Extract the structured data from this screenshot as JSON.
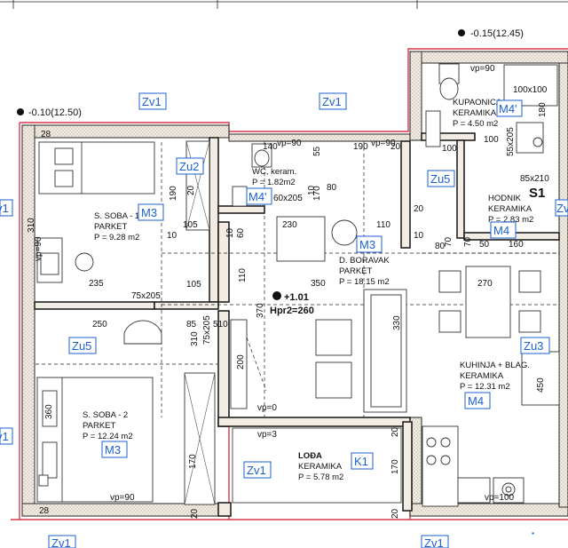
{
  "levels": {
    "left_top": "-0.10(12.50)",
    "right_top": "-0.15(12.45)",
    "center_label": "+1.01",
    "center_height": "Hpr2=260"
  },
  "rooms": [
    {
      "id": "soba1",
      "name": "S. SOBA - 1",
      "floor": "PARKET",
      "area": "P = 9.28 m2"
    },
    {
      "id": "soba2",
      "name": "S. SOBA - 2",
      "floor": "PARKET",
      "area": "P = 12.24 m2"
    },
    {
      "id": "wc",
      "name": "WC, keram.",
      "floor": "",
      "area": "P = 1.82m2"
    },
    {
      "id": "boravak",
      "name": "D. BORAVAK",
      "floor": "PARKET",
      "area": "P = 18.15 m2"
    },
    {
      "id": "kupaonica",
      "name": "KUPAONICA",
      "floor": "KERAMIKA",
      "area": "P = 4.50 m2"
    },
    {
      "id": "hodnik",
      "name": "HODNIK",
      "floor": "KERAMIKA",
      "area": "P = 2.83 m2"
    },
    {
      "id": "kuhinja",
      "name": "KUHINJA + BLAG.",
      "floor": "KERAMIKA",
      "area": "P = 12.31 m2"
    },
    {
      "id": "lodja",
      "name": "LOĐA",
      "floor": "KERAMIKA",
      "area": "P = 5.78 m2"
    }
  ],
  "tags": [
    "Zv1",
    "Zv1",
    "Zv1",
    "Zv1",
    "Zv1",
    "Zv1",
    "Zv1",
    "Zv1",
    "M3",
    "M3",
    "M3",
    "M4",
    "M4",
    "M4'",
    "M4'",
    "Zu2",
    "Zu5",
    "Zu5",
    "Zu3",
    "K1",
    "S1"
  ],
  "dimensions": {
    "d28a": "28",
    "d190a": "190",
    "d20a": "20",
    "d10a": "10",
    "d105a": "105",
    "d105b": "105",
    "d310a": "310",
    "d235": "235",
    "d75x205a": "75x205",
    "d250": "250",
    "d85a": "85",
    "d510": "510",
    "d370": "370",
    "d310b": "310",
    "d75x205b": "75x205",
    "d200": "200",
    "d360": "360",
    "d170a": "170",
    "d20b": "20",
    "d28b": "28",
    "d140": "140",
    "d55": "55",
    "d170b": "170",
    "d80a": "80",
    "d190b": "190",
    "d20c": "20",
    "d60x205": "60x205",
    "d10b": "10",
    "d230": "230",
    "d110a": "110",
    "d110b": "110",
    "d350": "350",
    "d330": "330",
    "d20d": "20",
    "d20e": "20",
    "d170c": "170",
    "d60": "60",
    "d10c": "10",
    "d100a": "100",
    "d100b": "100",
    "d180": "180",
    "d55x205": "55x205",
    "d100x100": "100x100",
    "d85x210": "85x210",
    "d80b": "80",
    "d70a": "70",
    "d70b": "70",
    "d50": "50",
    "d160": "160",
    "d270": "270",
    "d450": "450",
    "d10d": "10",
    "d20f": "20"
  },
  "vp_marks": [
    "vp=90",
    "vp=90",
    "vp=90",
    "vp=90",
    "vp=0",
    "vp=3",
    "vp=90",
    "vp=100"
  ],
  "cooktop_icon": "cooktop-icon",
  "colors": {
    "wall_fill": "#f3ece2",
    "outline_red": "#d9364b",
    "tag_blue": "#1a5fd0"
  }
}
